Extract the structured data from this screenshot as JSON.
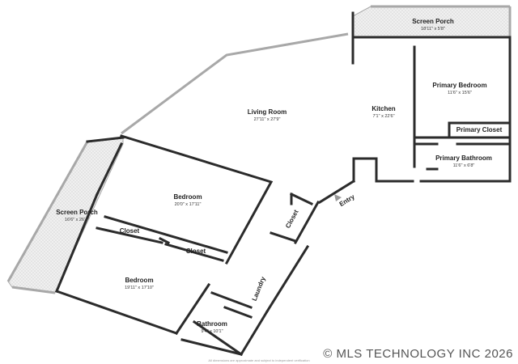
{
  "rooms": {
    "screen_porch_top": {
      "name": "Screen Porch",
      "dims": "18'11\" x 5'8\""
    },
    "primary_bedroom": {
      "name": "Primary Bedroom",
      "dims": "11'6\" x 15'6\""
    },
    "primary_closet": {
      "name": "Primary Closet"
    },
    "primary_bathroom": {
      "name": "Primary Bathroom",
      "dims": "11'6\" x 6'8\""
    },
    "living_room": {
      "name": "Living Room",
      "dims": "27'11\" x 27'9\""
    },
    "kitchen": {
      "name": "Kitchen",
      "dims": "7'1\" x 22'6\""
    },
    "bedroom_1": {
      "name": "Bedroom",
      "dims": "20'0\" x 17'11\""
    },
    "screen_porch_left": {
      "name": "Screen Porch",
      "dims": "16'6\" x 26'4\""
    },
    "closet_1": {
      "name": "Closet"
    },
    "closet_2": {
      "name": "Closet"
    },
    "closet_3": {
      "name": "Closet"
    },
    "bedroom_2": {
      "name": "Bedroom",
      "dims": "19'11\" x 17'10\""
    },
    "laundry": {
      "name": "Laundry"
    },
    "bathroom": {
      "name": "Bathroom",
      "dims": "9'4\" x 10'1\""
    },
    "entry": {
      "name": "Entry"
    }
  },
  "disclaimer": "All dimensions are approximate and subject to independent verification",
  "watermark": "© MLS TECHNOLOGY INC 2026",
  "colors": {
    "wall": "#2b2b2b",
    "porch_fill": "#eeeeee",
    "window": "#bbbbbb"
  }
}
